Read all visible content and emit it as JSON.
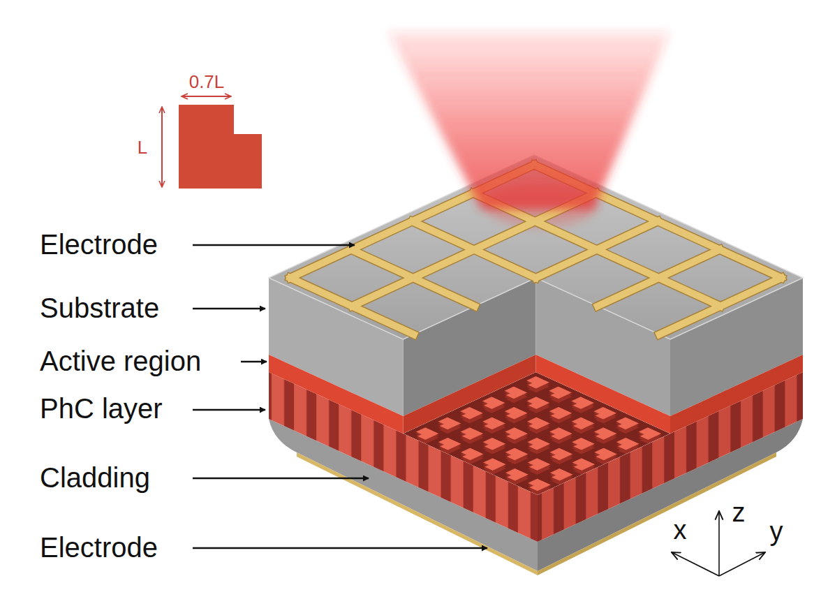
{
  "diagram": {
    "labels": [
      "0.7L",
      "L",
      "Electrode",
      "Substrate",
      "Active region",
      "PhC layer",
      "Cladding",
      "Electrode",
      "x",
      "z",
      "y"
    ]
  }
}
